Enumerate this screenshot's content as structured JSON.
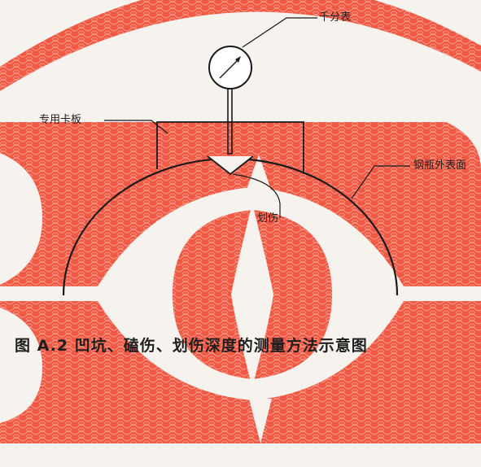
{
  "labels": {
    "dial_gauge": "千分表",
    "special_plate": "专用卡板",
    "cylinder_surface": "钢瓶外表面",
    "scratch": "划伤"
  },
  "caption": "图 A.2   凹坑、磕伤、划伤深度的测量方法示意图",
  "colors": {
    "security_pattern": "#f05a45",
    "line": "#1a1a1a",
    "paper": "#f6f3ee"
  }
}
